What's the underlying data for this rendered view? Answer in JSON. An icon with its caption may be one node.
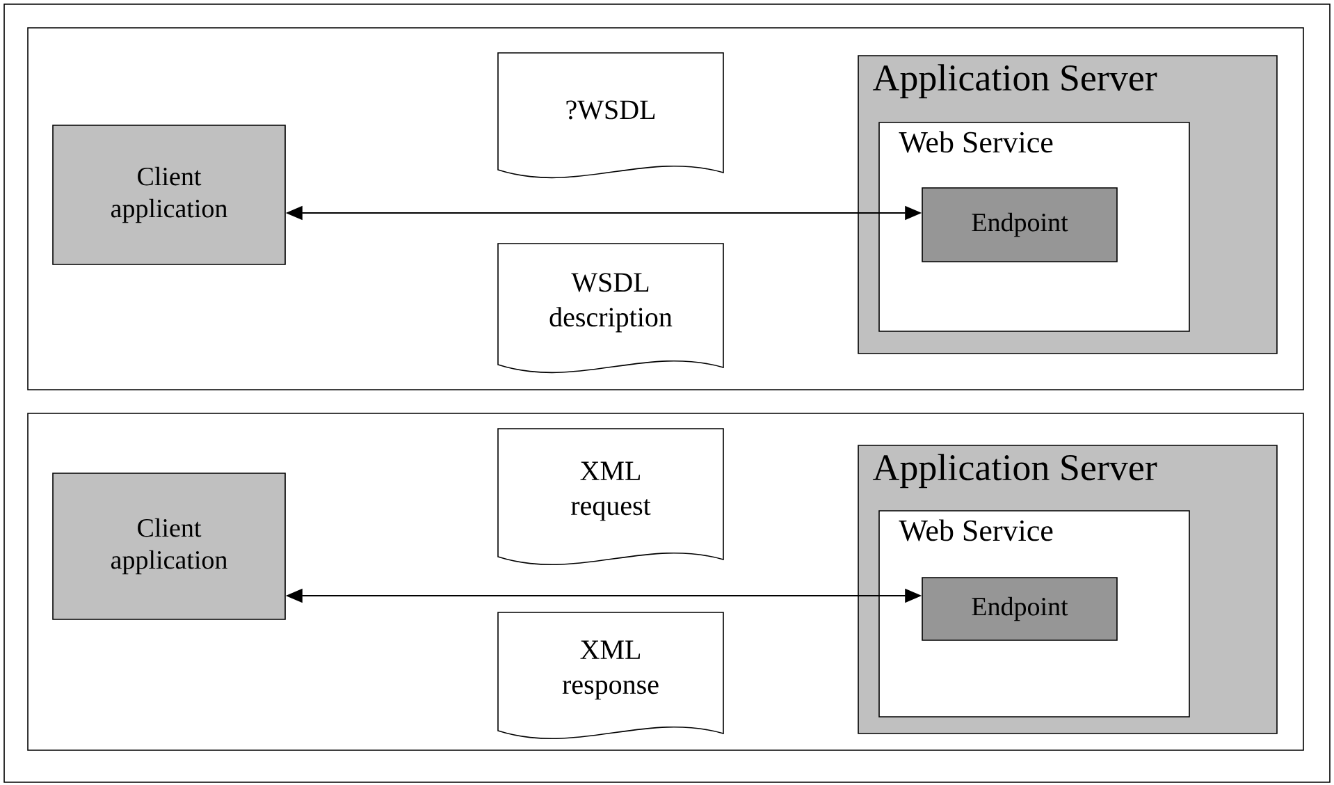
{
  "diagram": {
    "nodes": [
      {
        "text": [],
        "shape": "box"
      },
      {
        "text": [
          "Client application"
        ],
        "in": 0
      },
      {
        "text": [
          "?WSDL"
        ],
        "in": 0
      },
      {
        "text": [
          "WSDL description"
        ],
        "in": 0
      },
      {
        "text": [
          "Application Server"
        ],
        "in": 0
      },
      {
        "text": [
          "Web Service"
        ],
        "in": 4
      },
      {
        "text": [
          "Endpoint"
        ],
        "in": 5
      },
      {
        "text": [],
        "shape": "box"
      },
      {
        "text": [
          "Client application"
        ],
        "in": 7
      },
      {
        "text": [
          "XML request"
        ],
        "in": 7
      },
      {
        "text": [
          "XML response"
        ],
        "in": 7
      },
      {
        "text": [
          "Application Server"
        ],
        "in": 7
      },
      {
        "text": [
          "Web Service"
        ],
        "in": 11
      },
      {
        "text": [
          "Endpoint"
        ],
        "in": 12
      }
    ],
    "edges": [
      {
        "from": 1,
        "to": 6,
        "arrow": "both"
      },
      {
        "from": 8,
        "to": 13,
        "arrow": "both"
      }
    ]
  }
}
